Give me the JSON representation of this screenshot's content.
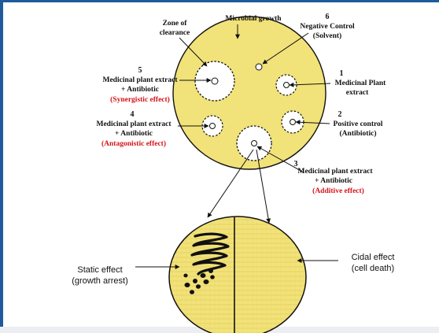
{
  "labels": {
    "microbial_growth": "Microbial growth",
    "zone_line1": "Zone of",
    "zone_line2": "clearance",
    "n6": "6",
    "neg_line1": "Negative Control",
    "neg_line2": "(Solvent)",
    "n5": "5",
    "syn_line1": "Medicinal plant extract",
    "syn_line2": "+ Antibiotic",
    "syn_effect": "(Synergistic effect)",
    "n1": "1",
    "mp_line1": "Medicinal Plant",
    "mp_line2": "extract",
    "n4": "4",
    "ant_line1": "Medicinal plant extract",
    "ant_line2": "+ Antibiotic",
    "ant_effect": "(Antagonistic effect)",
    "n2": "2",
    "pos_line1": "Positive control",
    "pos_line2": "(Antibiotic)",
    "n3": "3",
    "add_line1": "Medicinal plant extract",
    "add_line2": "+ Antibiotic",
    "add_effect": "(Additive effect)",
    "static_line1": "Static effect",
    "static_line2": "(growth arrest)",
    "cidal_line1": "Cidal effect",
    "cidal_line2": "(cell death)"
  },
  "colors": {
    "plate_fill": "#f1e27a",
    "plate_stroke": "#111111",
    "effect_red": "#d4141a",
    "frame_blue": "#1e5a9c",
    "colony_black": "#111111"
  }
}
